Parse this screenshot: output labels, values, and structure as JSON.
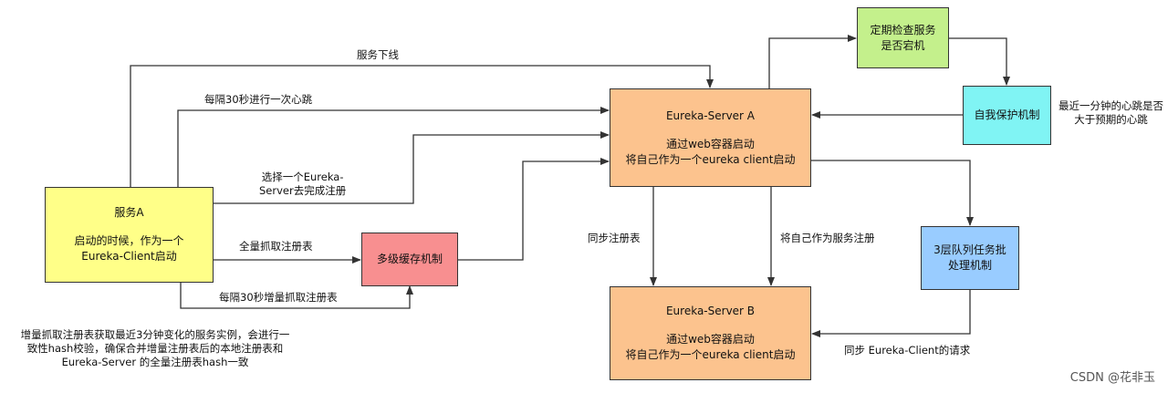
{
  "colors": {
    "yellow": "#ffff88",
    "orange": "#fcc38e",
    "green": "#c4f08c",
    "cyan": "#80f4f4",
    "blue": "#99ccff",
    "red": "#f88f90",
    "line": "#333333"
  },
  "nodes": {
    "service_a": {
      "title": "服务A",
      "line1": "启动的时候，作为一个",
      "line2": "Eureka-Client启动"
    },
    "server_a": {
      "title": "Eureka-Server A",
      "line1": "通过web容器启动",
      "line2": "将自己作为一个eureka client启动"
    },
    "server_b": {
      "title": "Eureka-Server  B",
      "line1": "通过web容器启动",
      "line2": "将自己作为一个eureka client启动"
    },
    "multi_cache": {
      "label": "多级缓存机制"
    },
    "periodic_check": {
      "line1": "定期检查服务",
      "line2": "是否宕机"
    },
    "self_protect": {
      "label": "自我保护机制"
    },
    "queue": {
      "line1": "3层队列任务批",
      "line2": "处理机制"
    }
  },
  "edges": {
    "offline": "服务下线",
    "heartbeat": "每隔30秒进行一次心跳",
    "register_1": "选择一个Eureka-",
    "register_2": "Server去完成注册",
    "full_fetch": "全量抓取注册表",
    "incr_fetch": "每隔30秒增量抓取注册表",
    "sync_registry": "同步注册表",
    "self_register": "将自己作为服务注册",
    "sync_client": "同步 Eureka-Client的请求",
    "heartbeat_note_1": "最近一分钟的心跳是否",
    "heartbeat_note_2": "大于预期的心跳"
  },
  "notes": {
    "incr_1": "增量抓取注册表获取最近3分钟变化的服务实例，会进行一",
    "incr_2": "致性hash校验，确保合并增量注册表后的本地注册表和",
    "incr_3": "Eureka-Server 的全量注册表hash一致"
  },
  "watermark": "CSDN @花非玉"
}
